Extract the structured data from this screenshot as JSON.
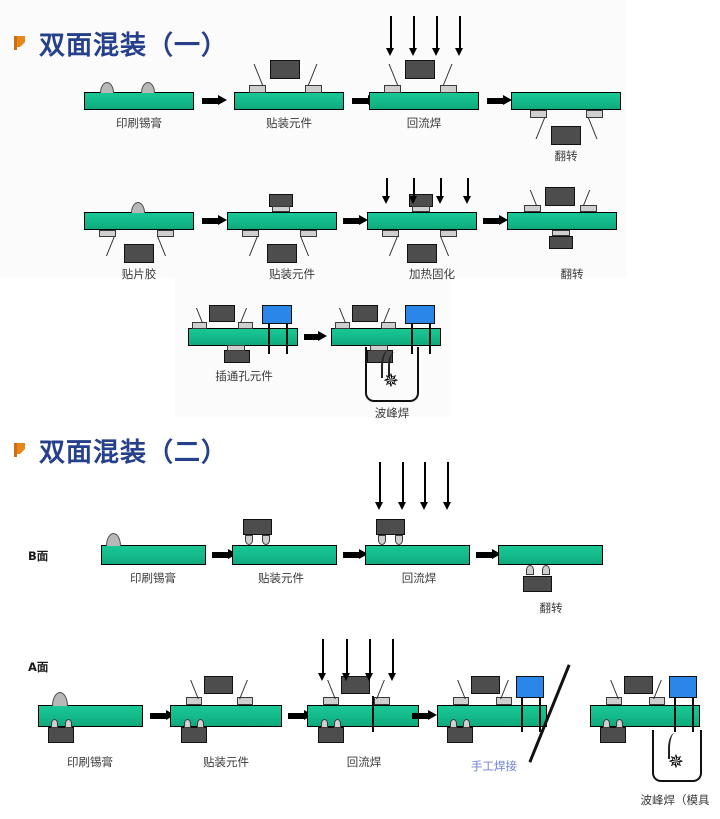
{
  "slide": {
    "background_color": "#ffffff",
    "accent_title_color": "#27408b",
    "bullet_color": "#e8861c",
    "board_color": "#14b98a",
    "chip_color": "#4d4d4d",
    "blue_component_color": "#2a86e8"
  },
  "sections": [
    {
      "id": "section-one",
      "title": "双面混装（一）",
      "rows": [
        {
          "id": "row-1-top",
          "steps": [
            {
              "label": "印刷锡膏"
            },
            {
              "label": "贴装元件"
            },
            {
              "label": "回流焊"
            },
            {
              "label": "翻转"
            }
          ]
        },
        {
          "id": "row-1-middle",
          "steps": [
            {
              "label": "贴片胶"
            },
            {
              "label": "贴装元件"
            },
            {
              "label": "加热固化"
            },
            {
              "label": "翻转"
            }
          ]
        },
        {
          "id": "row-1-bottom",
          "steps": [
            {
              "label": "插通孔元件"
            },
            {
              "label": "波峰焊"
            }
          ]
        }
      ]
    },
    {
      "id": "section-two",
      "title": "双面混装（二）",
      "rows": [
        {
          "id": "row-2-b-side",
          "side_label": "B面",
          "steps": [
            {
              "label": "印刷锡膏"
            },
            {
              "label": "贴装元件"
            },
            {
              "label": "回流焊"
            },
            {
              "label": "翻转"
            }
          ]
        },
        {
          "id": "row-2-a-side",
          "side_label": "A面",
          "steps": [
            {
              "label": "印刷锡膏"
            },
            {
              "label": "贴装元件"
            },
            {
              "label": "回流焊"
            },
            {
              "label": "手工焊接"
            },
            {
              "label": "波峰焊（模具"
            }
          ]
        }
      ]
    }
  ]
}
